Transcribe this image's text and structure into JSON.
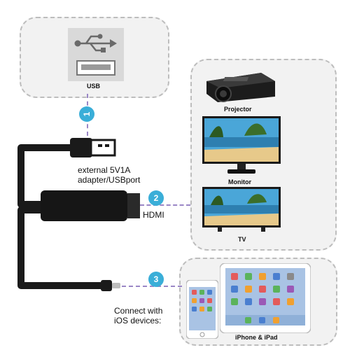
{
  "usb_panel": {
    "label": "USB"
  },
  "steps": [
    {
      "number": "1",
      "text": "external 5V1A\nadapter/USBport"
    },
    {
      "number": "2",
      "text": "HDMI"
    },
    {
      "number": "3",
      "text": "Connect with\niOS devices:"
    }
  ],
  "devices": {
    "projector": "Projector",
    "monitor": "Monitor",
    "tv": "TV",
    "ios": "iPhone & iPad"
  },
  "colors": {
    "badge": "#3aaed8",
    "cable": "#1a1a1a",
    "dash": "#9a86c6",
    "panel": "#f2f2f2"
  },
  "icons": [
    "usb-symbol-icon",
    "usb-port-icon",
    "projector-icon",
    "monitor-icon",
    "tv-icon",
    "iphone-icon",
    "ipad-icon"
  ]
}
